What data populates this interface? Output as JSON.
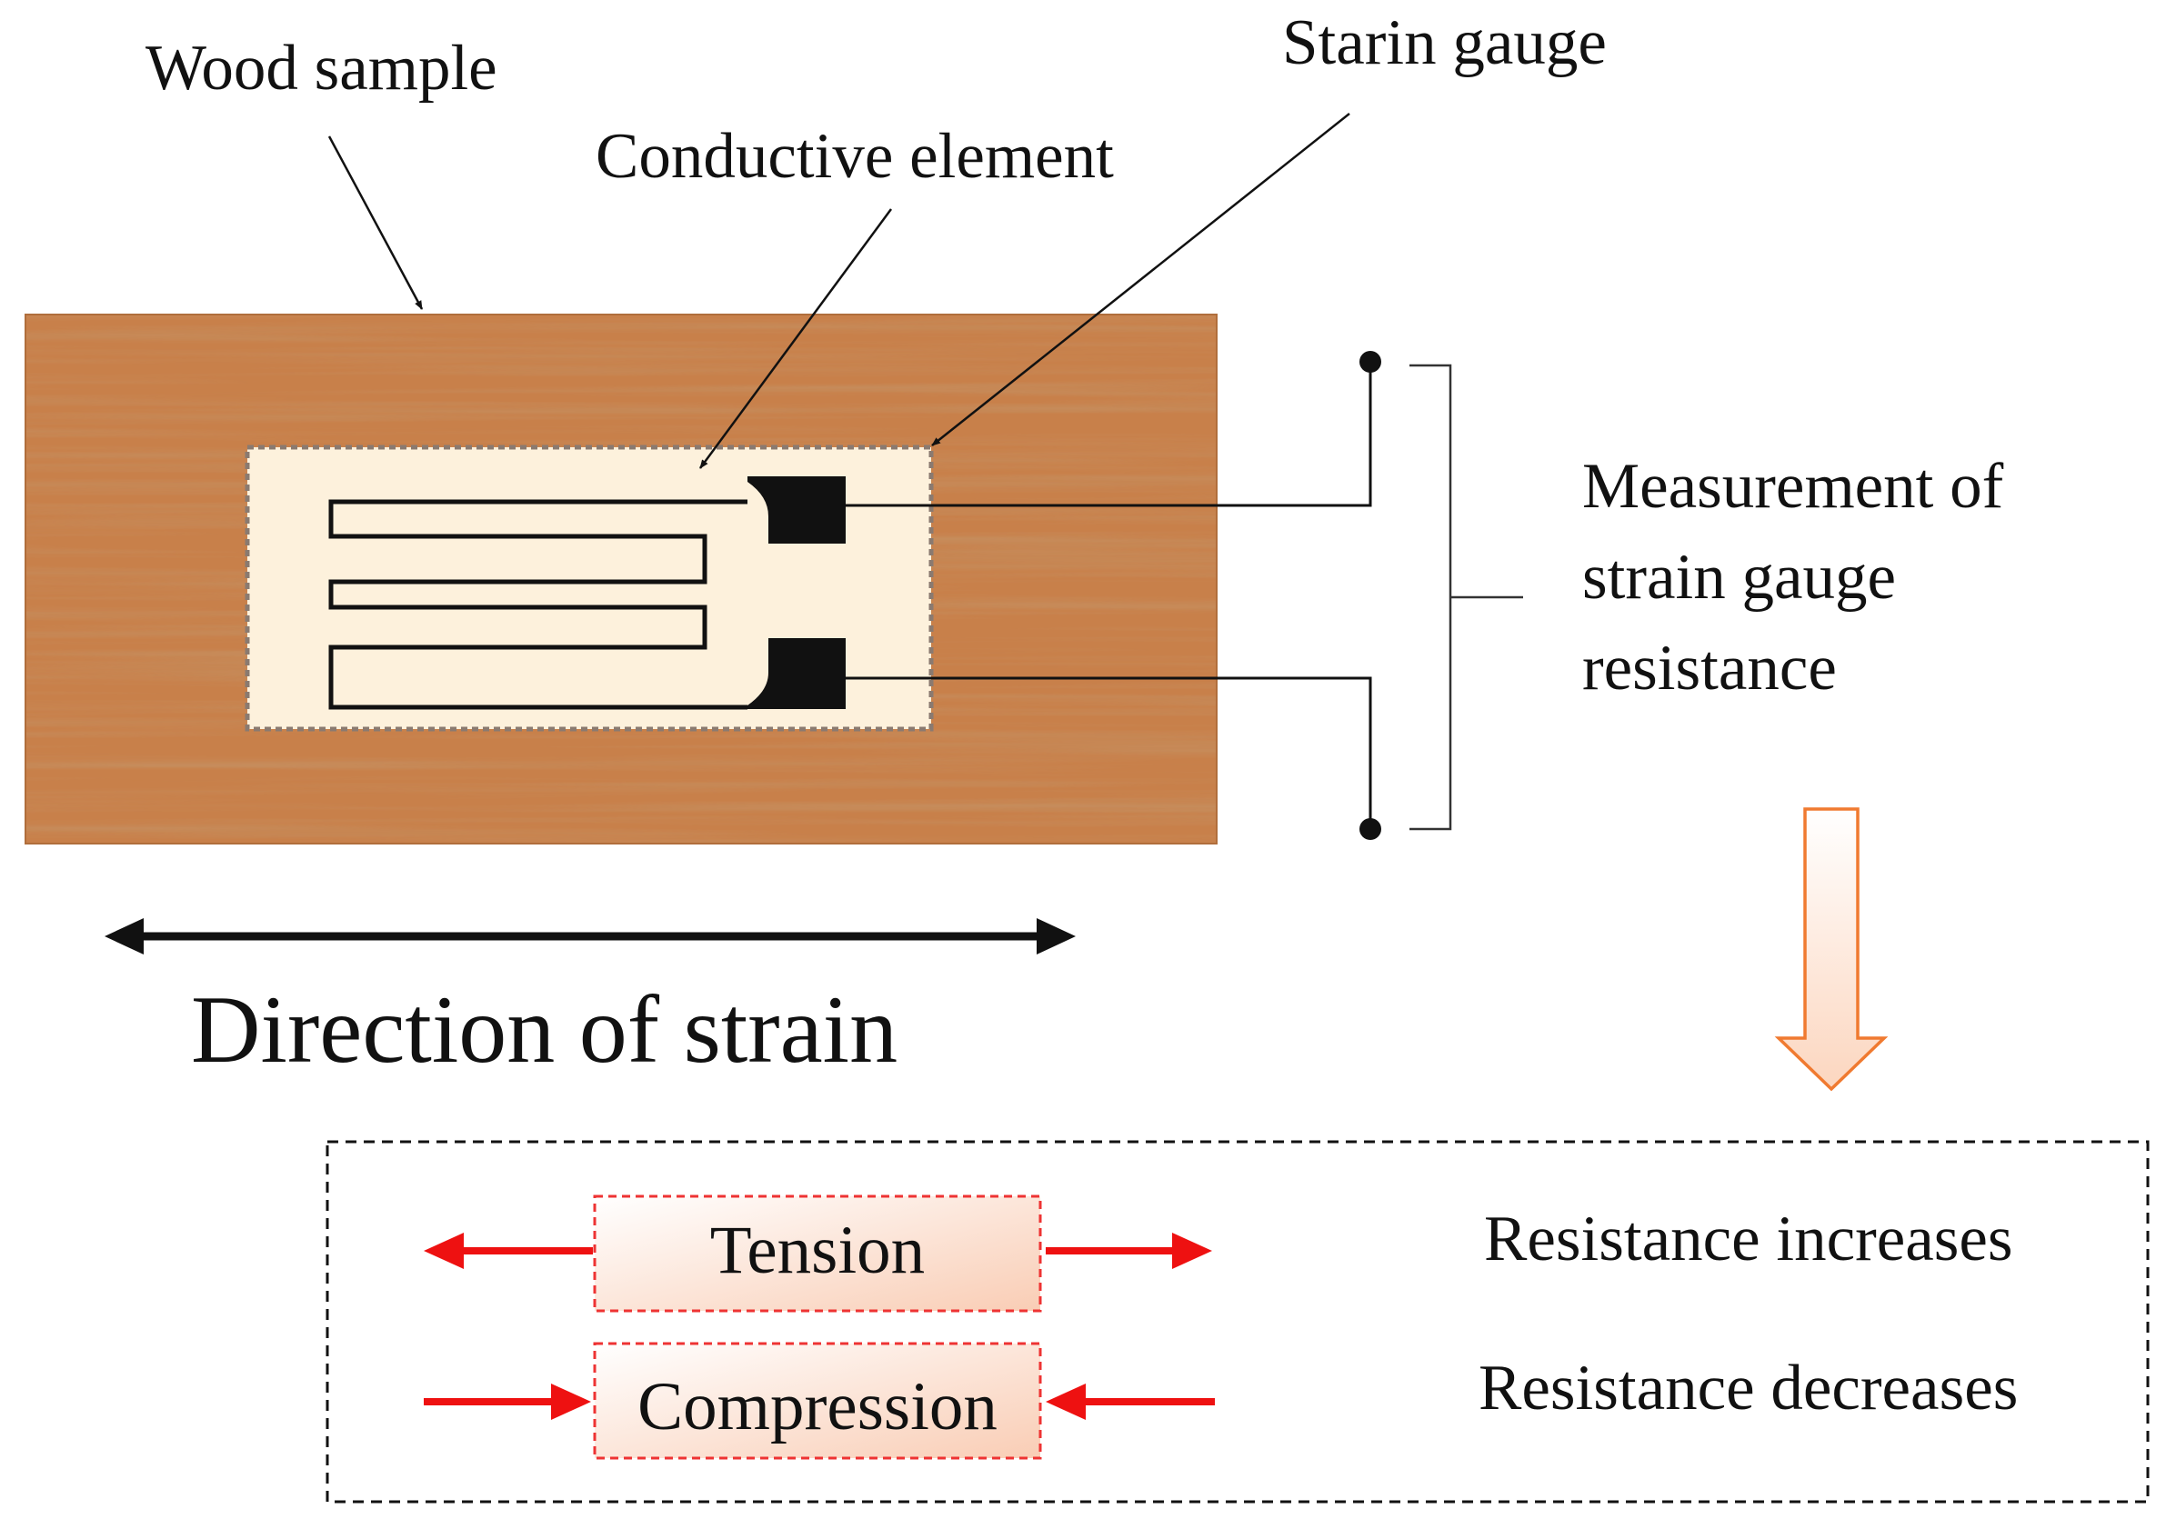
{
  "labels": {
    "wood_sample": "Wood sample",
    "strain_gauge": "Starin gauge",
    "conductive_element": "Conductive element",
    "measurement_line1": "Measurement of",
    "measurement_line2": "strain gauge",
    "measurement_line3": "resistance",
    "direction_of_strain": "Direction of strain"
  },
  "legend": {
    "tension_label": "Tension",
    "compression_label": "Compression",
    "tension_result": "Resistance increases",
    "compression_result": "Resistance decreases"
  },
  "colors": {
    "wood": "#c8804a",
    "wood_dark": "#9c5a2c",
    "gauge_backing": "#fdf1dc",
    "conductor": "#111111",
    "force_arrow": "#ee1111",
    "legend_box_border": "#ee3333",
    "down_arrow_stroke": "#f07a30"
  }
}
